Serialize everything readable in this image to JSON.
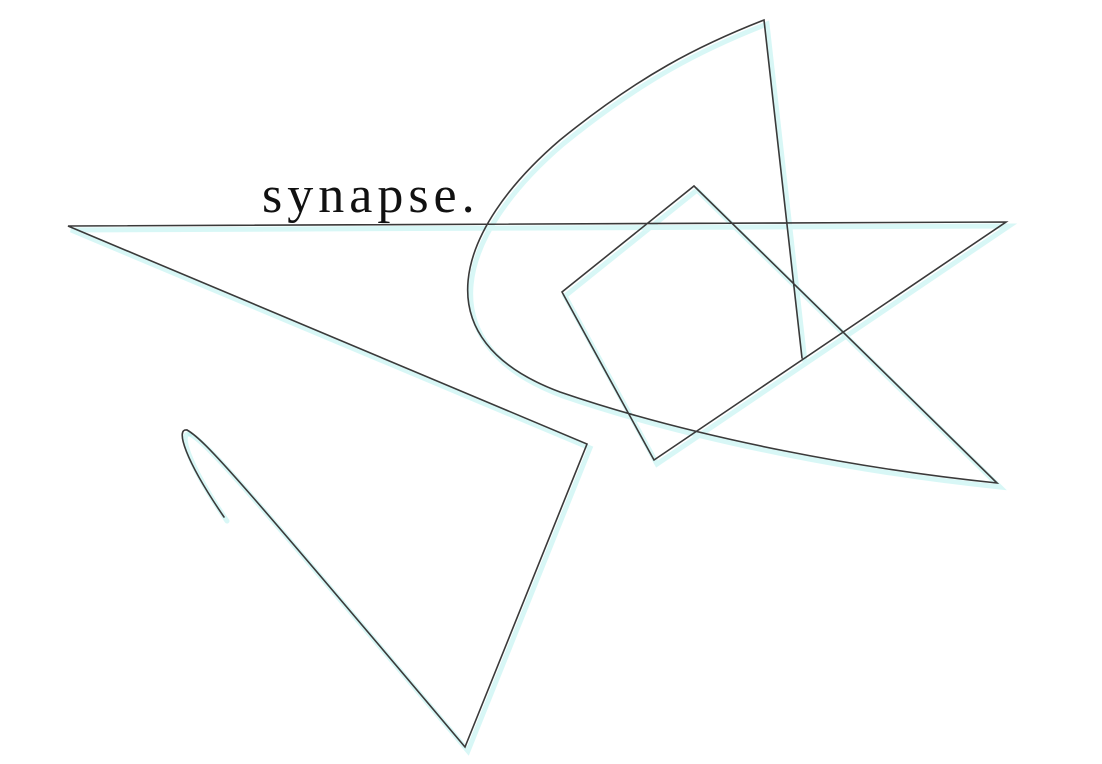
{
  "brand": {
    "wordmark": "synapse."
  },
  "colors": {
    "background": "#ffffff",
    "stroke": "#3a3a3a",
    "glow": "#b8f0ee",
    "text": "#111111"
  },
  "decoration": {
    "style": "hand-drawn line scribble with cyan glow",
    "shapes": [
      "star-outline-path",
      "loop-curve",
      "rotated-square",
      "hook-curve"
    ]
  }
}
